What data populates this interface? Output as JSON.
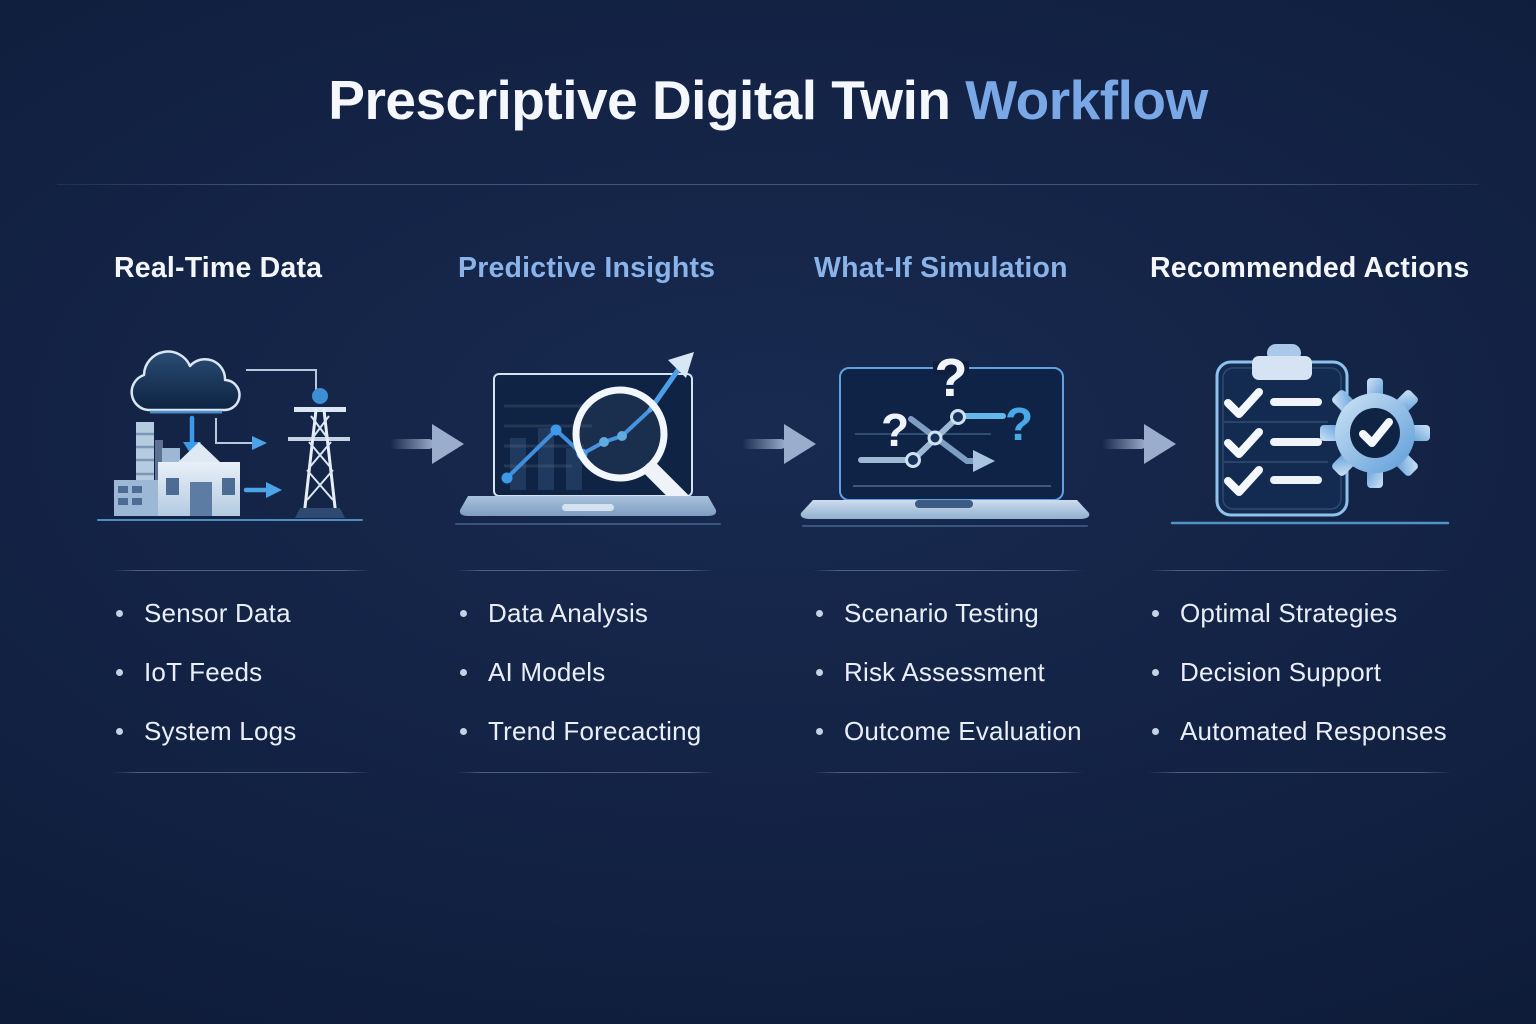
{
  "title": {
    "main": "Prescriptive Digital Twin ",
    "accent": "Workflow"
  },
  "palette": {
    "background": "#101f3d",
    "accent_blue": "#7aa8e6",
    "header_blue": "#8ab3ea",
    "text_white": "#f3f6fa",
    "icon_blue": "#3d9ae8",
    "arrow_grey_blue": "#9aadcc"
  },
  "columns": [
    {
      "header": "Real-Time Data",
      "icon": "cloud-factory-tower-icon",
      "items": [
        "Sensor Data",
        "IoT Feeds",
        "System Logs"
      ]
    },
    {
      "header": "Predictive Insights",
      "icon": "laptop-chart-magnifier-icon",
      "items": [
        "Data Analysis",
        "AI Models",
        "Trend Forecacting"
      ]
    },
    {
      "header": "What-If Simulation",
      "icon": "laptop-branching-questions-icon",
      "items": [
        "Scenario Testing",
        "Risk Assessment",
        "Outcome Evaluation"
      ]
    },
    {
      "header": "Recommended Actions",
      "icon": "clipboard-checklist-gear-icon",
      "items": [
        "Optimal Strategies",
        "Decision Support",
        "Automated Responses"
      ]
    }
  ]
}
